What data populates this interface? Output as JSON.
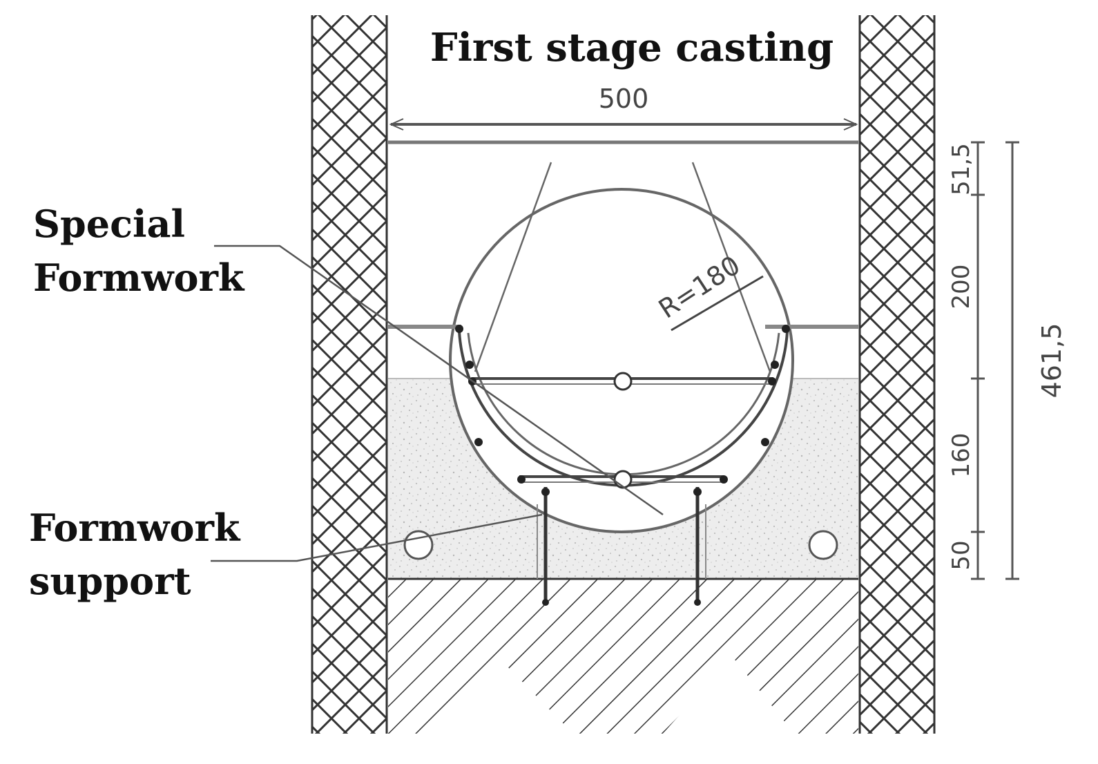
{
  "title": "First stage casting",
  "callouts": {
    "special_formwork": [
      "Special",
      "Formwork"
    ],
    "formwork_support": [
      "Formwork",
      "support"
    ]
  },
  "dimensions": {
    "width": "500",
    "radius": "R=180",
    "segments": [
      "51,5",
      "200",
      "160",
      "50"
    ],
    "total_height": "461,5"
  },
  "colors": {
    "line": "#555555",
    "dark_line": "#222222",
    "hatch": "#333333",
    "fill_concrete": "#e9e9e9"
  }
}
